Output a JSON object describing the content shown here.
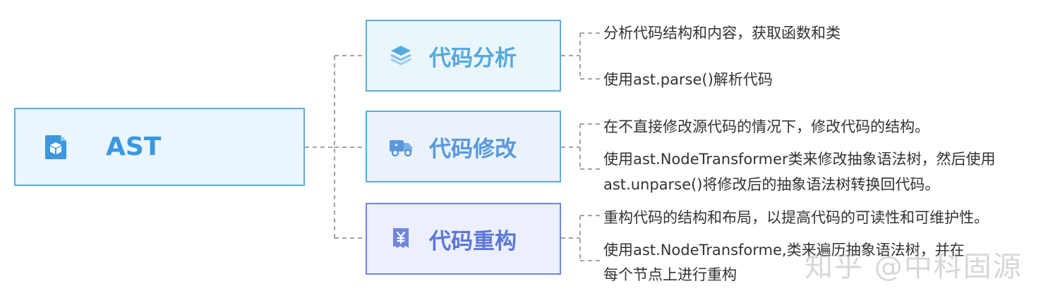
{
  "root": {
    "label": "AST",
    "icon": "cube-file-icon"
  },
  "branches": [
    {
      "label": "代码分析",
      "icon": "layers-icon",
      "leaves": [
        "分析代码结构和内容，获取函数和类",
        "使用ast.parse()解析代码"
      ]
    },
    {
      "label": "代码修改",
      "icon": "delivery-truck-icon",
      "leaves": [
        "在不直接修改源代码的情况下，修改代码的结构。",
        "使用ast.NodeTransformer类来修改抽象语法树，然后使用",
        "ast.unparse()将修改后的抽象语法树转换回代码。"
      ]
    },
    {
      "label": "代码重构",
      "icon": "yuan-receipt-icon",
      "leaves": [
        "重构代码的结构和布局，以提高代码的可读性和可维护性。",
        "使用ast.NodeTransforme,类来遍历抽象语法树，并在",
        "每个节点上进行重构"
      ]
    }
  ],
  "watermark": "知乎 @中科固源",
  "colors": {
    "border": "#5aaee2",
    "root_text": "#3b97e0",
    "connector": "#a0a0a0"
  }
}
